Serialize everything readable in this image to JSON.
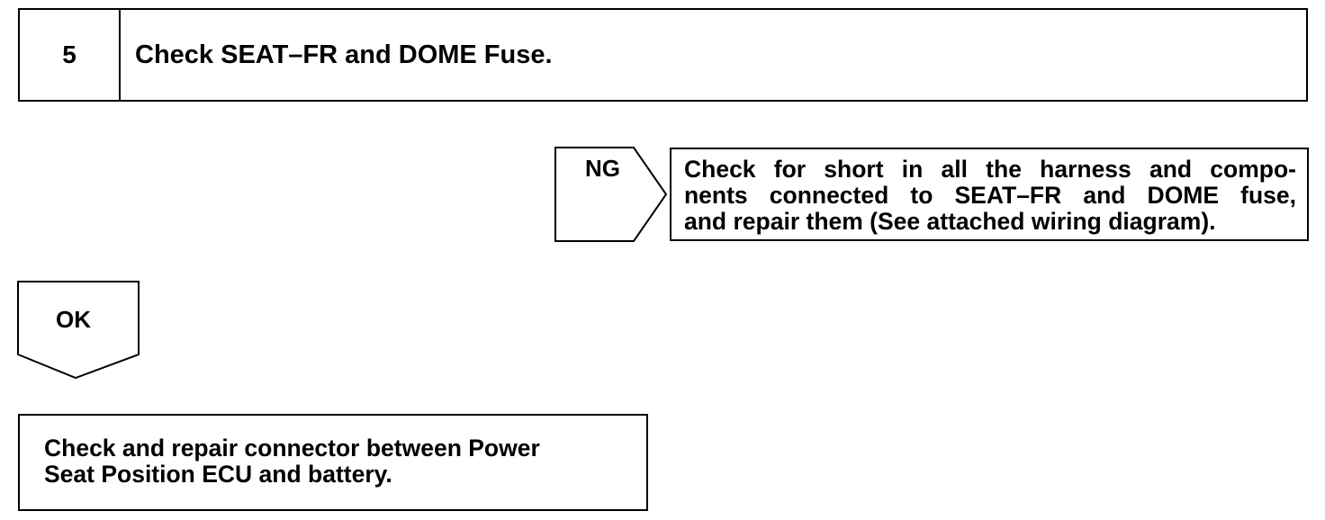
{
  "step": {
    "number": "5",
    "title": "Check SEAT–FR and DOME Fuse."
  },
  "ng_branch": {
    "tag": "NG",
    "action_lines": [
      "Check for short in all the harness and compo-",
      "nents connected to SEAT–FR and DOME fuse,",
      "and repair them (See attached wiring diagram)."
    ]
  },
  "ok_branch": {
    "tag": "OK",
    "action_lines": [
      "Check and repair connector between Power",
      "Seat Position ECU and battery."
    ]
  }
}
